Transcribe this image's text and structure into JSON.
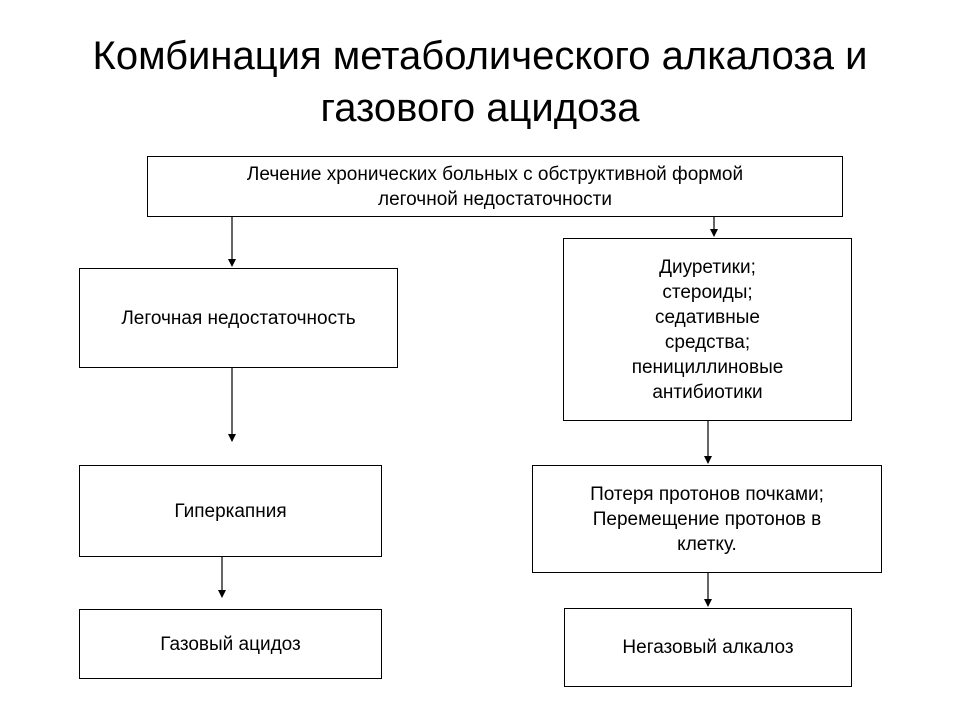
{
  "title": {
    "line1": "Комбинация метаболического алкалоза и",
    "line2": "газового ацидоза"
  },
  "boxes": {
    "root": {
      "line1": "Лечение хронических больных с обструктивной формой",
      "line2": "легочной недостаточности"
    },
    "lung_failure": {
      "text": "Легочная недостаточность"
    },
    "drugs": {
      "line1": "Диуретики;",
      "line2": "стероиды;",
      "line3": "седативные",
      "line4": "средства;",
      "line5": "пенициллиновые",
      "line6": "антибиотики"
    },
    "hypercapnia": {
      "text": "Гиперкапния"
    },
    "proton_loss": {
      "line1": "Потеря протонов почками;",
      "line2": "Перемещение протонов в",
      "line3": "клетку."
    },
    "gas_acidosis": {
      "text": "Газовый ацидоз"
    },
    "nongas_alkalosis": {
      "text": "Негазовый алкалоз"
    }
  }
}
